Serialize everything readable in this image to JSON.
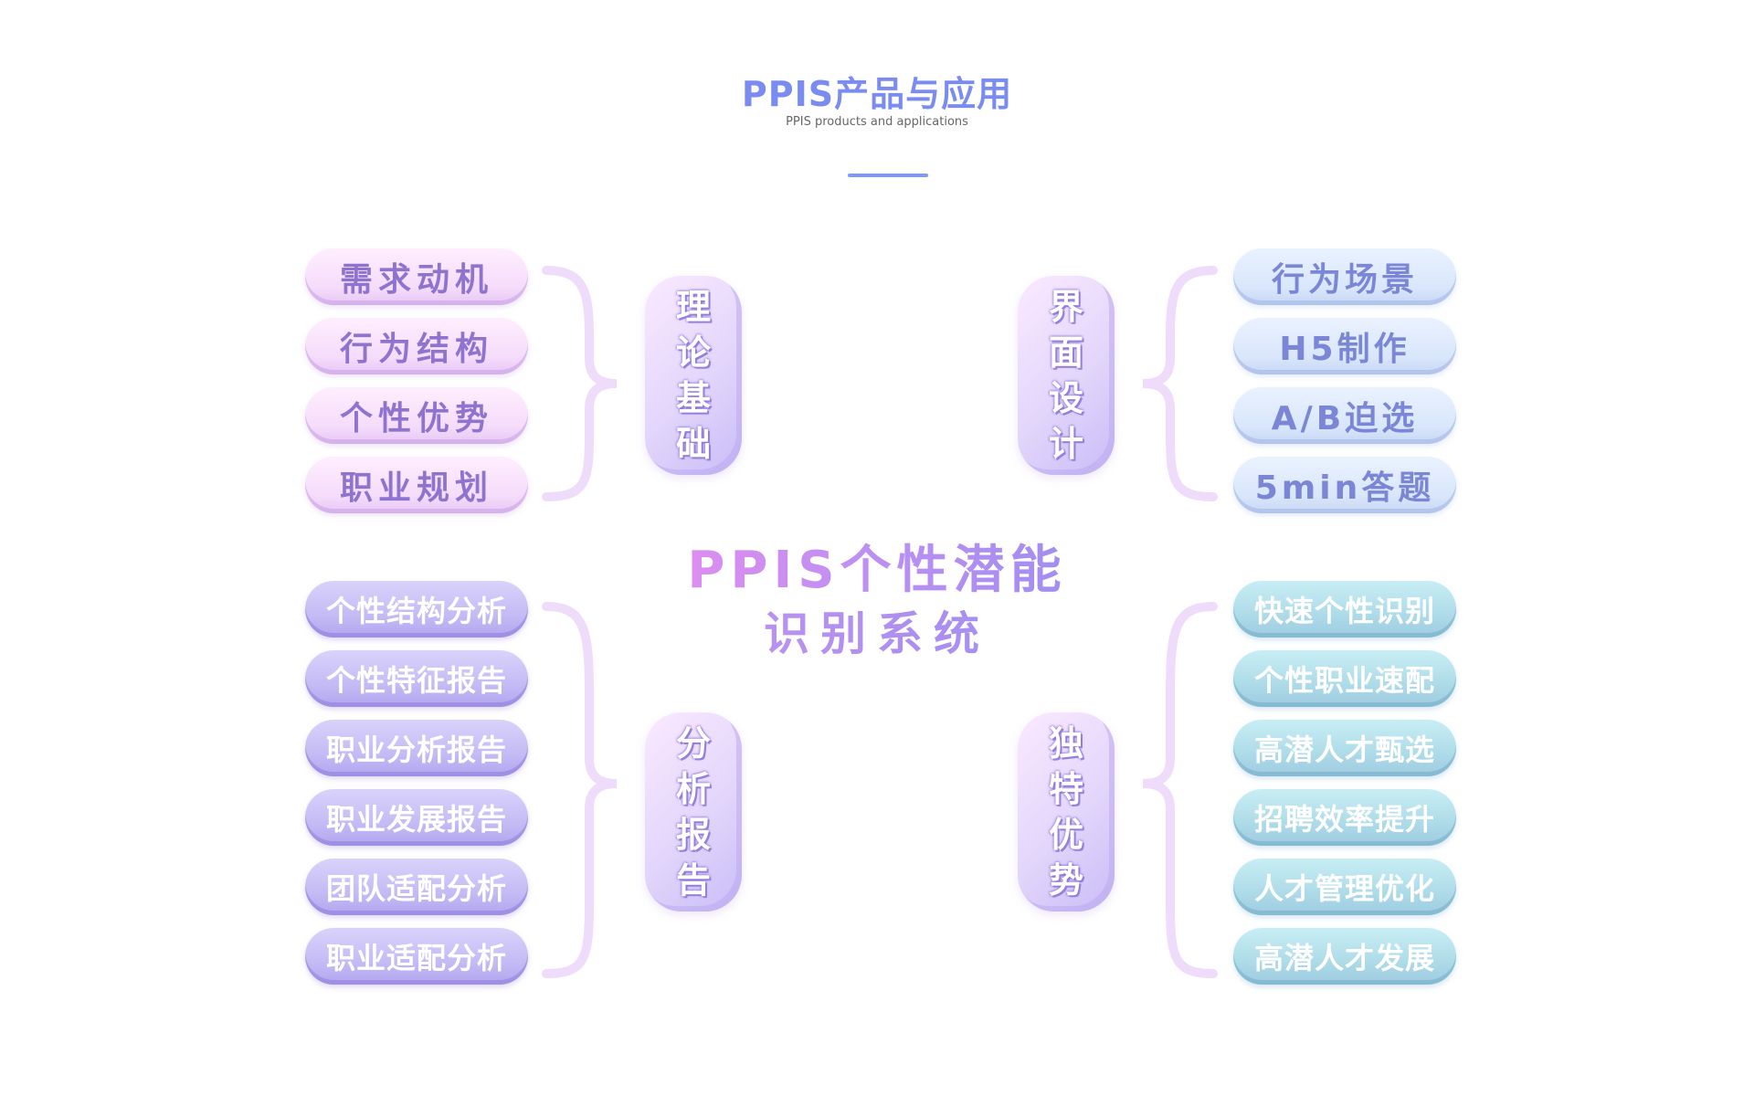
{
  "header": {
    "title": "PPIS产品与应用",
    "subtitle": "PPIS products and applications"
  },
  "center": {
    "line1": "PPIS个性潜能",
    "line2": "识别系统"
  },
  "groups": {
    "theory": {
      "label": [
        "理",
        "论",
        "基",
        "础"
      ],
      "items": [
        "需求动机",
        "行为结构",
        "个性优势",
        "职业规划"
      ]
    },
    "interface": {
      "label": [
        "界",
        "面",
        "设",
        "计"
      ],
      "items": [
        "行为场景",
        "H5制作",
        "A/B迫选",
        "5min答题"
      ]
    },
    "report": {
      "label": [
        "分",
        "析",
        "报",
        "告"
      ],
      "items": [
        "个性结构分析",
        "个性特征报告",
        "职业分析报告",
        "职业发展报告",
        "团队适配分析",
        "职业适配分析"
      ]
    },
    "advantage": {
      "label": [
        "独",
        "特",
        "优",
        "势"
      ],
      "items": [
        "快速个性识别",
        "个性职业速配",
        "高潜人才甄选",
        "招聘效率提升",
        "人才管理优化",
        "高潜人才发展"
      ]
    }
  },
  "colors": {
    "title": "#7b8cf0",
    "bracket": "#eedcfa",
    "pink_pill": "#f5dcfb",
    "blue_pill": "#d9e6fb",
    "purple_pill": "#c5bbf5",
    "teal_pill": "#aedbe8"
  }
}
